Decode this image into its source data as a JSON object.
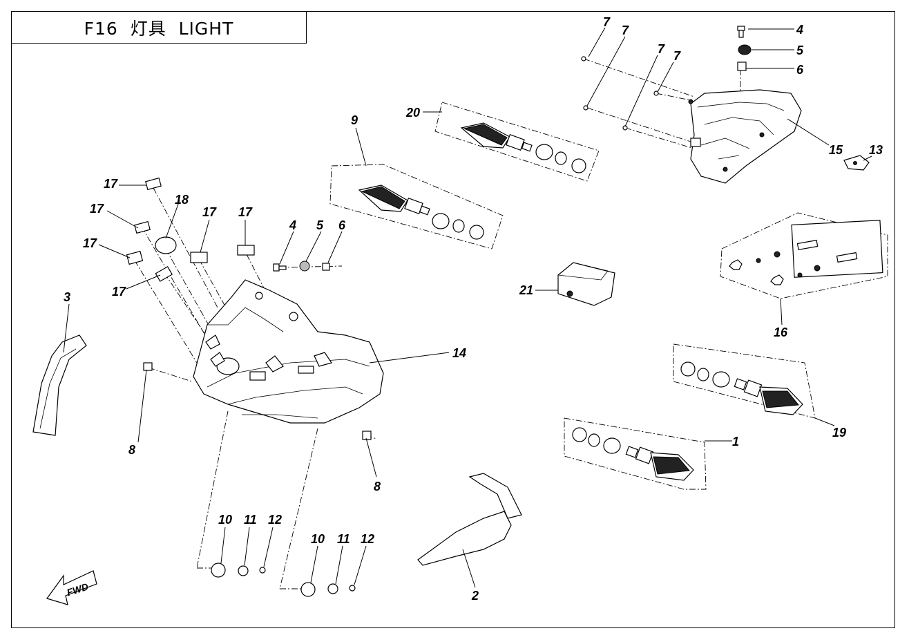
{
  "title": "F16  灯具  LIGHT",
  "fwd_label": "FWD",
  "callouts": {
    "c1": "1",
    "c2": "2",
    "c3": "3",
    "c4a": "4",
    "c4b": "4",
    "c5a": "5",
    "c5b": "5",
    "c6a": "6",
    "c6b": "6",
    "c7a": "7",
    "c7b": "7",
    "c7c": "7",
    "c7d": "7",
    "c8a": "8",
    "c8b": "8",
    "c9": "9",
    "c10a": "10",
    "c10b": "10",
    "c11a": "11",
    "c11b": "11",
    "c12a": "12",
    "c12b": "12",
    "c13": "13",
    "c14": "14",
    "c15": "15",
    "c16": "16",
    "c17a": "17",
    "c17b": "17",
    "c17c": "17",
    "c17d": "17",
    "c17e": "17",
    "c17f": "17",
    "c18": "18",
    "c19": "19",
    "c20": "20",
    "c21": "21"
  }
}
